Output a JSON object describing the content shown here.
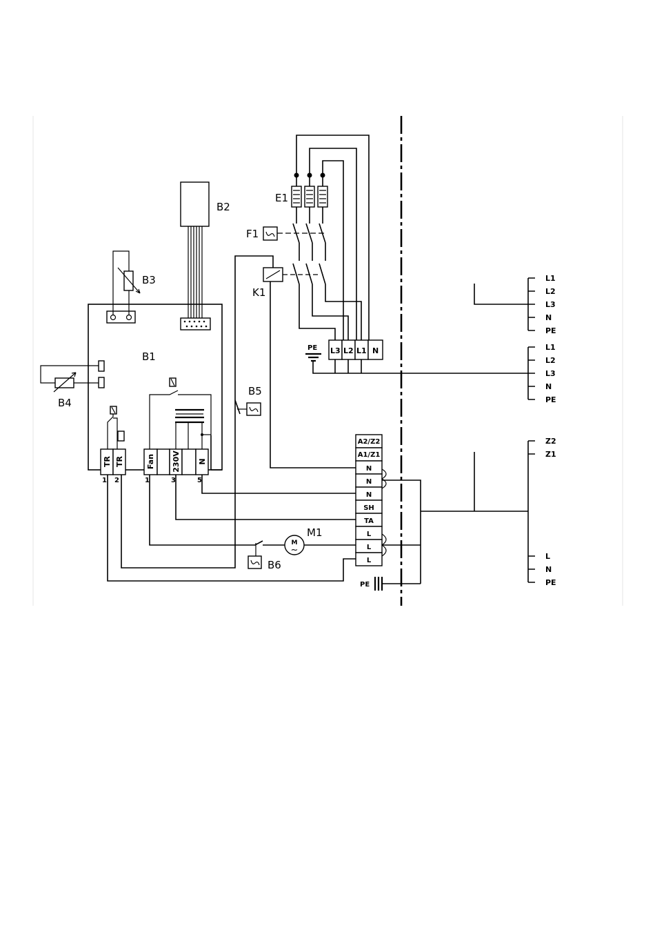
{
  "components": {
    "B1": "B1",
    "B2": "B2",
    "B3": "B3",
    "B4": "B4",
    "B5": "B5",
    "B6": "B6",
    "E1": "E1",
    "F1": "F1",
    "K1": "K1",
    "M1": "M1"
  },
  "b1_pins": {
    "tr1": "TR",
    "tr2": "TR",
    "fan": "Fan",
    "v230": "230V",
    "n": "N"
  },
  "b1_pin_numbers": {
    "tr1": "1",
    "tr2": "2",
    "fan": "1",
    "v230": "3",
    "n": "5"
  },
  "power_terminals": [
    "L3",
    "L2",
    "L1",
    "N"
  ],
  "pe": {
    "top": "PE",
    "bottom": "PE"
  },
  "control_terminals": [
    "A2/Z2",
    "A1/Z1",
    "N",
    "N",
    "N",
    "SH",
    "TA",
    "L",
    "L",
    "L"
  ],
  "supply_1": [
    "L1",
    "L2",
    "L3",
    "N",
    "PE"
  ],
  "supply_2": [
    "L1",
    "L2",
    "L3",
    "N",
    "PE"
  ],
  "supply_3": [
    "Z2",
    "Z1"
  ],
  "supply_4": [
    "L",
    "N",
    "PE"
  ],
  "motor_symbol": {
    "letter": "M",
    "wave": "~"
  }
}
